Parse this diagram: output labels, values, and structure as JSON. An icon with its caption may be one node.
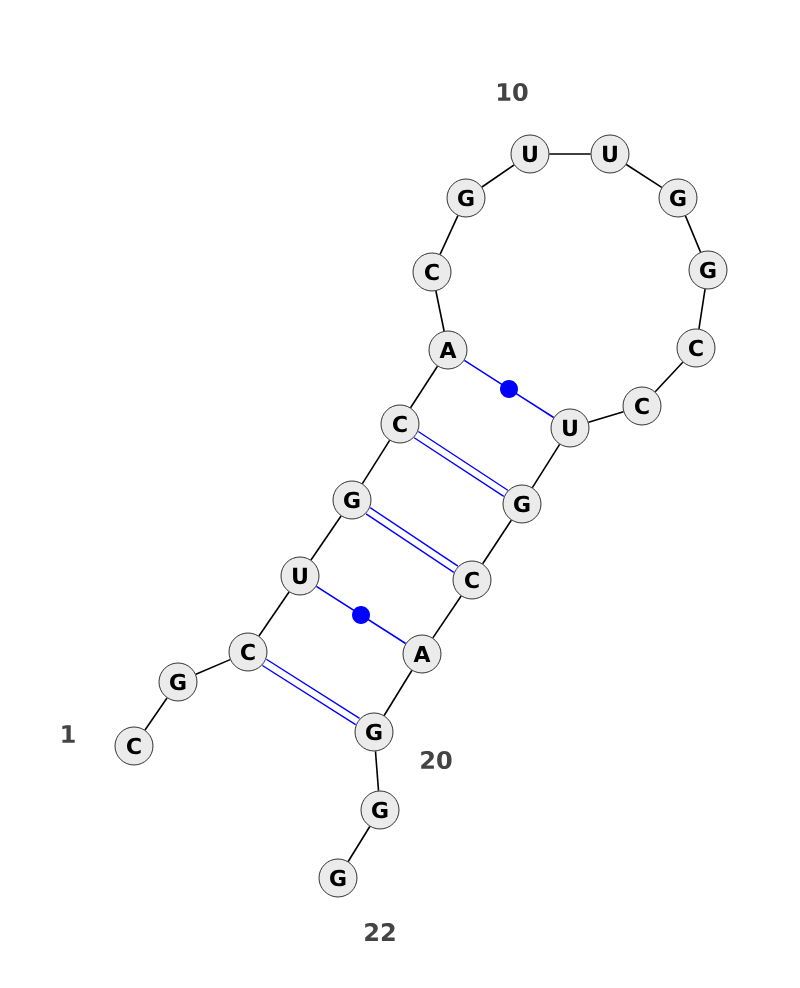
{
  "diagram": {
    "nodes": [
      {
        "text": [
          "C"
        ]
      },
      {
        "text": [
          "G"
        ]
      },
      {
        "text": [
          "C"
        ]
      },
      {
        "text": [
          "U"
        ]
      },
      {
        "text": [
          "G"
        ]
      },
      {
        "text": [
          "C"
        ]
      },
      {
        "text": [
          "A"
        ]
      },
      {
        "text": [
          "C"
        ]
      },
      {
        "text": [
          "G"
        ]
      },
      {
        "text": [
          "U"
        ]
      },
      {
        "text": [
          "U"
        ]
      },
      {
        "text": [
          "G"
        ]
      },
      {
        "text": [
          "G"
        ]
      },
      {
        "text": [
          "C"
        ]
      },
      {
        "text": [
          "C"
        ]
      },
      {
        "text": [
          "U"
        ]
      },
      {
        "text": [
          "G"
        ]
      },
      {
        "text": [
          "C"
        ]
      },
      {
        "text": [
          "A"
        ]
      },
      {
        "text": [
          "G"
        ]
      },
      {
        "text": [
          "G"
        ]
      },
      {
        "text": [
          "G"
        ]
      }
    ],
    "edges": [
      {
        "from": 0,
        "to": 1,
        "arrow": "none"
      },
      {
        "from": 1,
        "to": 2,
        "arrow": "none"
      },
      {
        "from": 2,
        "to": 3,
        "arrow": "none"
      },
      {
        "from": 3,
        "to": 4,
        "arrow": "none"
      },
      {
        "from": 4,
        "to": 5,
        "arrow": "none"
      },
      {
        "from": 5,
        "to": 6,
        "arrow": "none"
      },
      {
        "from": 6,
        "to": 7,
        "arrow": "none"
      },
      {
        "from": 7,
        "to": 8,
        "arrow": "none"
      },
      {
        "from": 8,
        "to": 9,
        "arrow": "none"
      },
      {
        "from": 9,
        "to": 10,
        "arrow": "none"
      },
      {
        "from": 10,
        "to": 11,
        "arrow": "none"
      },
      {
        "from": 11,
        "to": 12,
        "arrow": "none"
      },
      {
        "from": 12,
        "to": 13,
        "arrow": "none"
      },
      {
        "from": 13,
        "to": 14,
        "arrow": "none"
      },
      {
        "from": 14,
        "to": 15,
        "arrow": "none"
      },
      {
        "from": 15,
        "to": 16,
        "arrow": "none"
      },
      {
        "from": 16,
        "to": 17,
        "arrow": "none"
      },
      {
        "from": 17,
        "to": 18,
        "arrow": "none"
      },
      {
        "from": 18,
        "to": 19,
        "arrow": "none"
      },
      {
        "from": 19,
        "to": 20,
        "arrow": "none"
      },
      {
        "from": 20,
        "to": 21,
        "arrow": "none"
      },
      {
        "from": 2,
        "to": 19,
        "arrow": "none",
        "style": "thick",
        "color": "#0000ff"
      },
      {
        "from": 3,
        "to": 18,
        "arrow": "none",
        "color": "#0000ff"
      },
      {
        "from": 4,
        "to": 17,
        "arrow": "none",
        "style": "thick",
        "color": "#0000ff"
      },
      {
        "from": 5,
        "to": 16,
        "arrow": "none",
        "style": "thick",
        "color": "#0000ff"
      },
      {
        "from": 6,
        "to": 15,
        "arrow": "none",
        "color": "#0000ff"
      }
    ],
    "labels": [
      "10",
      "1",
      "20",
      "22"
    ]
  }
}
